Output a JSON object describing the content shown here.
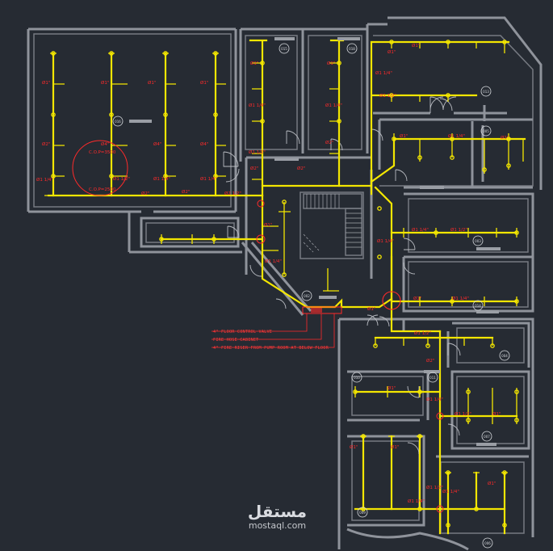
{
  "drawing": {
    "legend": [
      {
        "text": "4\" FLOOR CONTROL VALVE"
      },
      {
        "text": "FIRE HOSE CABINET"
      },
      {
        "text": "4\" FIRE RISER FROM PUMP ROOM AT BELOW FLOOR"
      }
    ],
    "calc_text": [
      "C.O.P=3500",
      "C.O.P=2500"
    ],
    "room_tags": [
      "016",
      "015",
      "018",
      "013",
      "003",
      "014",
      "005",
      "010",
      "011",
      "004",
      "007",
      "009",
      "006",
      "002"
    ],
    "pipe_labels": [
      "Ø1\"",
      "Ø1\"",
      "Ø1\"",
      "Ø1\"",
      "Ø1 1/4\"",
      "Ø1 1/4\"",
      "Ø1 1/4\"",
      "Ø1 1/2\"",
      "Ø2\"",
      "Ø2\"",
      "Ø2\"",
      "Ø2 1/2\"",
      "Ø4\"",
      "Ø4\"",
      "Ø4\"",
      "Ø1\"",
      "Ø1 1/4\"",
      "Ø1 1/2\"",
      "Ø1\"",
      "Ø1 1/4\"",
      "Ø2\"",
      "Ø1\"",
      "Ø1 1/2\"",
      "Ø1\"",
      "Ø1 1/4\"",
      "Ø2\"",
      "Ø2\"",
      "Ø1\"",
      "Ø1 1/4\"",
      "Ø1\"",
      "Ø1 1/4\"",
      "Ø1 1/2\"",
      "Ø1\"",
      "Ø1 1/4\"",
      "Ø1 1/2\"",
      "Ø1\"",
      "Ø1 1/4\"",
      "Ø2\"",
      "Ø1\"",
      "Ø1 1/4\"",
      "Ø1 1/2\"",
      "Ø1\"",
      "Ø1\"",
      "Ø1 1/4\"",
      "Ø1 1/2\"",
      "Ø1\"",
      "Ø1 1/4\"",
      "Ø1\"",
      "Ø1\"",
      "Ø1 1/4\""
    ]
  },
  "watermark": {
    "arabic": "مستقل",
    "latin": "mostaql.com"
  },
  "colors": {
    "background": "#262b33",
    "wall": "#8f939b",
    "pipe": "#f3e600",
    "annotation": "#ff2a2a"
  }
}
